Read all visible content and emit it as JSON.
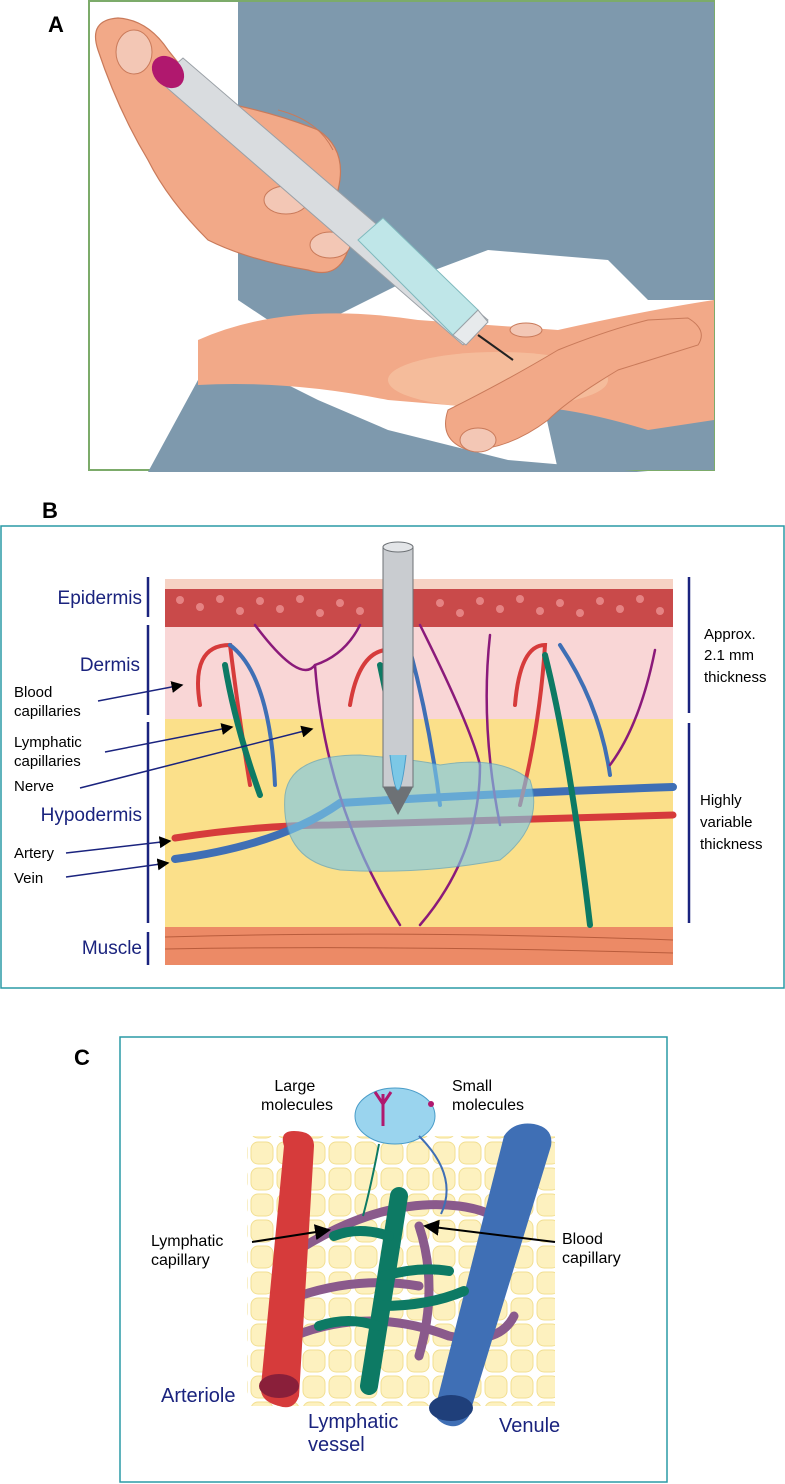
{
  "panels": {
    "a": {
      "letter": "A"
    },
    "b": {
      "letter": "B",
      "layers": {
        "epidermis": "Epidermis",
        "dermis": "Dermis",
        "hypodermis": "Hypodermis",
        "muscle": "Muscle"
      },
      "callouts": {
        "blood_capillaries": [
          "Blood",
          "capillaries"
        ],
        "lymphatic_capillaries": [
          "Lymphatic",
          "capillaries"
        ],
        "nerve": "Nerve",
        "artery": "Artery",
        "vein": "Vein"
      },
      "thickness": {
        "dermis_epidermis": [
          "Approx.",
          "2.1 mm",
          "thickness"
        ],
        "hypodermis": [
          "Highly",
          "variable",
          "thickness"
        ]
      }
    },
    "c": {
      "letter": "C",
      "labels": {
        "large_molecules": [
          "Large",
          "molecules"
        ],
        "small_molecules": [
          "Small",
          "molecules"
        ],
        "lymphatic_capillary": [
          "Lymphatic",
          "capillary"
        ],
        "blood_capillary": [
          "Blood",
          "capillary"
        ],
        "arteriole": "Arteriole",
        "lymphatic_vessel": [
          "Lymphatic",
          "vessel"
        ],
        "venule": "Venule"
      }
    }
  },
  "colors": {
    "layer_label": "#1a237e",
    "artery": "#d63b3b",
    "vein": "#3f6fb5",
    "lymphatic": "#0d7a64",
    "nerve": "#8b1a7a",
    "skin_tone": "#f2a988",
    "clothing": "#7e99ad",
    "frame_a": "#7cab6a",
    "frame_bc": "#2a9aa5"
  }
}
